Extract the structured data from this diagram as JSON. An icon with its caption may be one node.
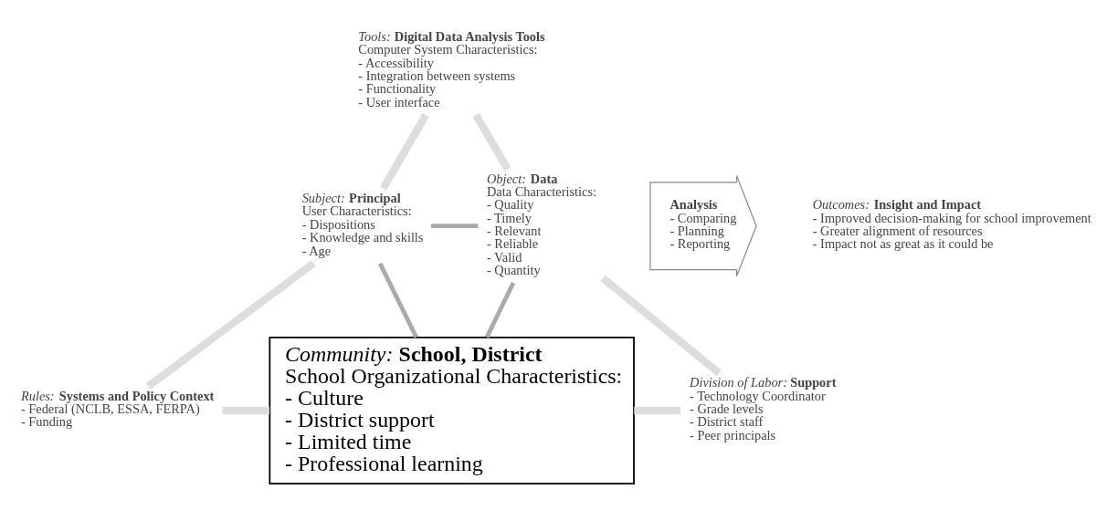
{
  "diagram": {
    "nodes": [
      {
        "text": [
          "*Tools:* **Digital Data Analysis Tools**",
          "Computer System Characteristics:",
          "- Accessibility",
          "- Integration between systems",
          "- Functionality",
          "- User interface"
        ]
      },
      {
        "text": [
          "*Subject:* **Principal**",
          "User Characteristics:",
          "- Dispositions",
          "- Knowledge and skills",
          "- Age"
        ]
      },
      {
        "text": [
          "*Object:* **Data**",
          "Data Characteristics:",
          "- Quality",
          "- Timely",
          "- Relevant",
          "- Reliable",
          "- Valid",
          "- Quantity"
        ]
      },
      {
        "text": [
          "**Analysis**",
          "- Comparing",
          "- Planning",
          "- Reporting"
        ]
      },
      {
        "text": [
          "*Outcomes:* **Insight and Impact**",
          "- Improved decision-making for school improvement",
          "- Greater alignment of resources",
          "- Impact not as great as it could be"
        ]
      },
      {
        "text": [
          "*Rules:* **Systems and Policy Context**",
          "- Federal (NCLB, ESSA, FERPA)",
          "- Funding"
        ]
      },
      {
        "text": [
          "*Community:* **School, District**",
          "School Organizational Characteristics:",
          "- Culture",
          "- District support",
          "- Limited time",
          "- Professional learning"
        ]
      },
      {
        "text": [
          "*Division of Labor:* **Support**",
          "- Technology Coordinator",
          "- Grade levels",
          "- District staff",
          "- Peer principals"
        ]
      }
    ],
    "edges": [
      {
        "from": 0,
        "to": 1,
        "arrow": "none"
      },
      {
        "from": 0,
        "to": 2,
        "arrow": "none"
      },
      {
        "from": 1,
        "to": 2,
        "arrow": "none",
        "color": "#aaaaaa"
      },
      {
        "from": 1,
        "to": 5,
        "arrow": "none"
      },
      {
        "from": 1,
        "to": 6,
        "arrow": "none",
        "color": "#aaaaaa"
      },
      {
        "from": 2,
        "to": 6,
        "arrow": "none",
        "color": "#aaaaaa"
      },
      {
        "from": 2,
        "to": 7,
        "arrow": "none"
      },
      {
        "from": 5,
        "to": 6,
        "arrow": "none"
      },
      {
        "from": 6,
        "to": 7,
        "arrow": "none"
      }
    ]
  }
}
